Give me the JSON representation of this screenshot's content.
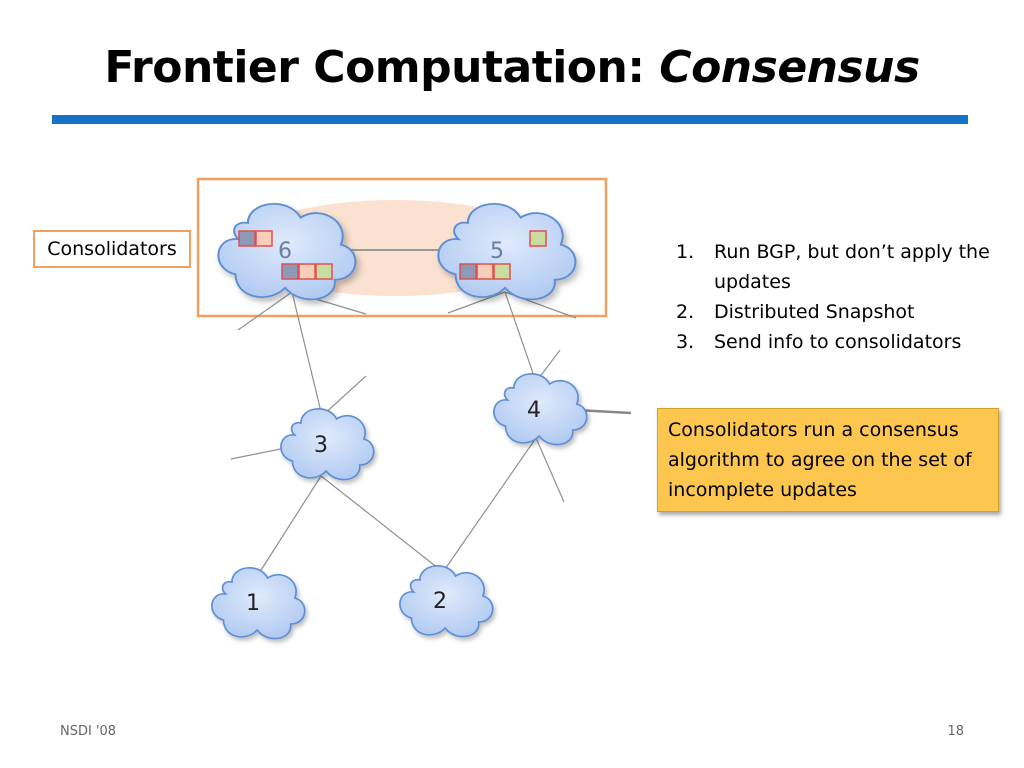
{
  "slide": {
    "title_main": "Frontier Computation: ",
    "title_italic": "Consensus",
    "consolidators_label": "Consolidators",
    "steps": [
      {
        "num": "1.",
        "text": "Run BGP, but don’t apply the updates"
      },
      {
        "num": "2.",
        "text": "Distributed Snapshot"
      },
      {
        "num": "3.",
        "text": "Send info to consolidators"
      }
    ],
    "note": "Consolidators run a consensus algorithm to agree on the set of incomplete updates",
    "footer_left": "NSDI '08",
    "footer_right": "18"
  },
  "diagram": {
    "nodes": [
      {
        "id": "6",
        "label": "6",
        "role": "consolidator"
      },
      {
        "id": "5",
        "label": "5",
        "role": "consolidator"
      },
      {
        "id": "4",
        "label": "4",
        "role": "router"
      },
      {
        "id": "3",
        "label": "3",
        "role": "router"
      },
      {
        "id": "1",
        "label": "1",
        "role": "router"
      },
      {
        "id": "2",
        "label": "2",
        "role": "router"
      }
    ],
    "edges": [
      [
        "6",
        "5"
      ],
      [
        "6",
        "3"
      ],
      [
        "5",
        "4"
      ],
      [
        "3",
        "1"
      ],
      [
        "3",
        "2"
      ],
      [
        "4",
        "2"
      ]
    ],
    "colors": {
      "cloud_fill": "#c8dcf8",
      "cloud_stroke": "#5b8ed6",
      "consolidator_box": "#f0a060",
      "title_bar": "#1572c6",
      "note_fill": "#fdc74f",
      "square_gray": "#8c9ab8",
      "square_pink": "#f9cdb9",
      "square_green": "#c8dca0",
      "square_border": "#e05050"
    }
  }
}
